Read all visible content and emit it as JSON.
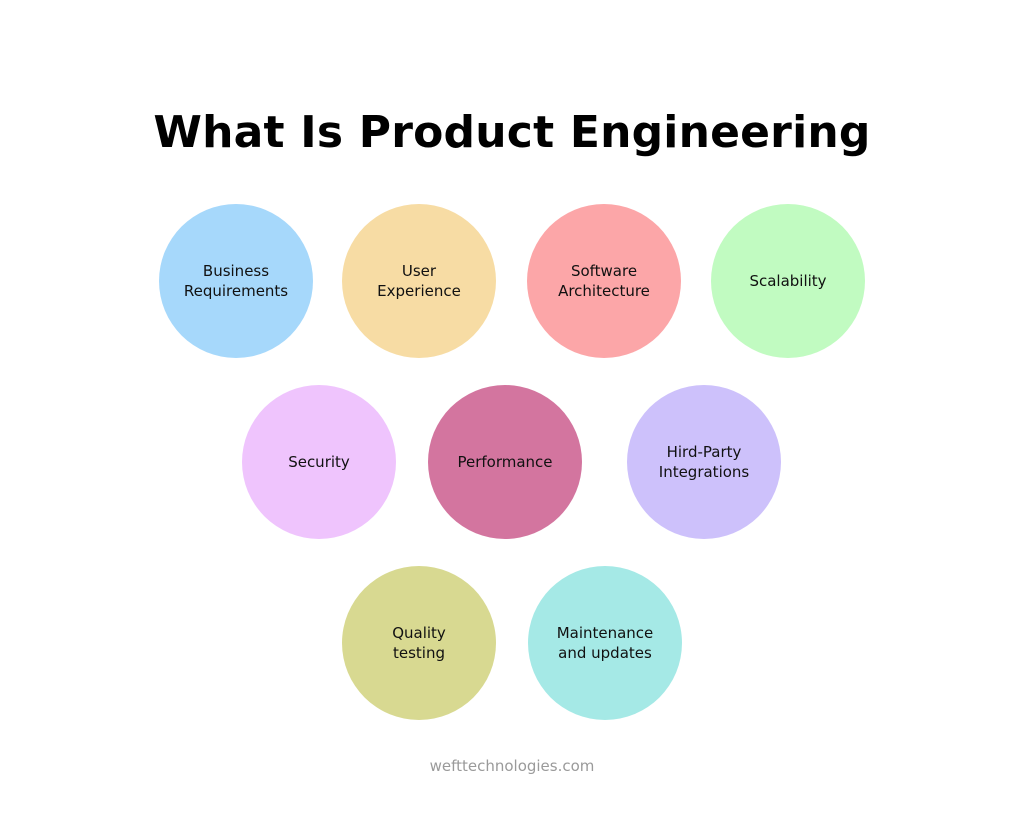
{
  "title": "What Is Product Engineering",
  "topics": [
    {
      "label": "Business\nRequirements",
      "color": "#a6d8fb"
    },
    {
      "label": "User\nExperience",
      "color": "#f7dca4"
    },
    {
      "label": "Software\nArchitecture",
      "color": "#fca6a8"
    },
    {
      "label": "Scalability",
      "color": "#c1fbc1"
    },
    {
      "label": "Security",
      "color": "#efc4fd"
    },
    {
      "label": "Performance",
      "color": "#d3759f"
    },
    {
      "label": "Hird-Party\nIntegrations",
      "color": "#cdc1fb"
    },
    {
      "label": "Quality\ntesting",
      "color": "#d8d991"
    },
    {
      "label": "Maintenance\nand updates",
      "color": "#a5e9e6"
    }
  ],
  "footer": "wefttechnologies.com"
}
